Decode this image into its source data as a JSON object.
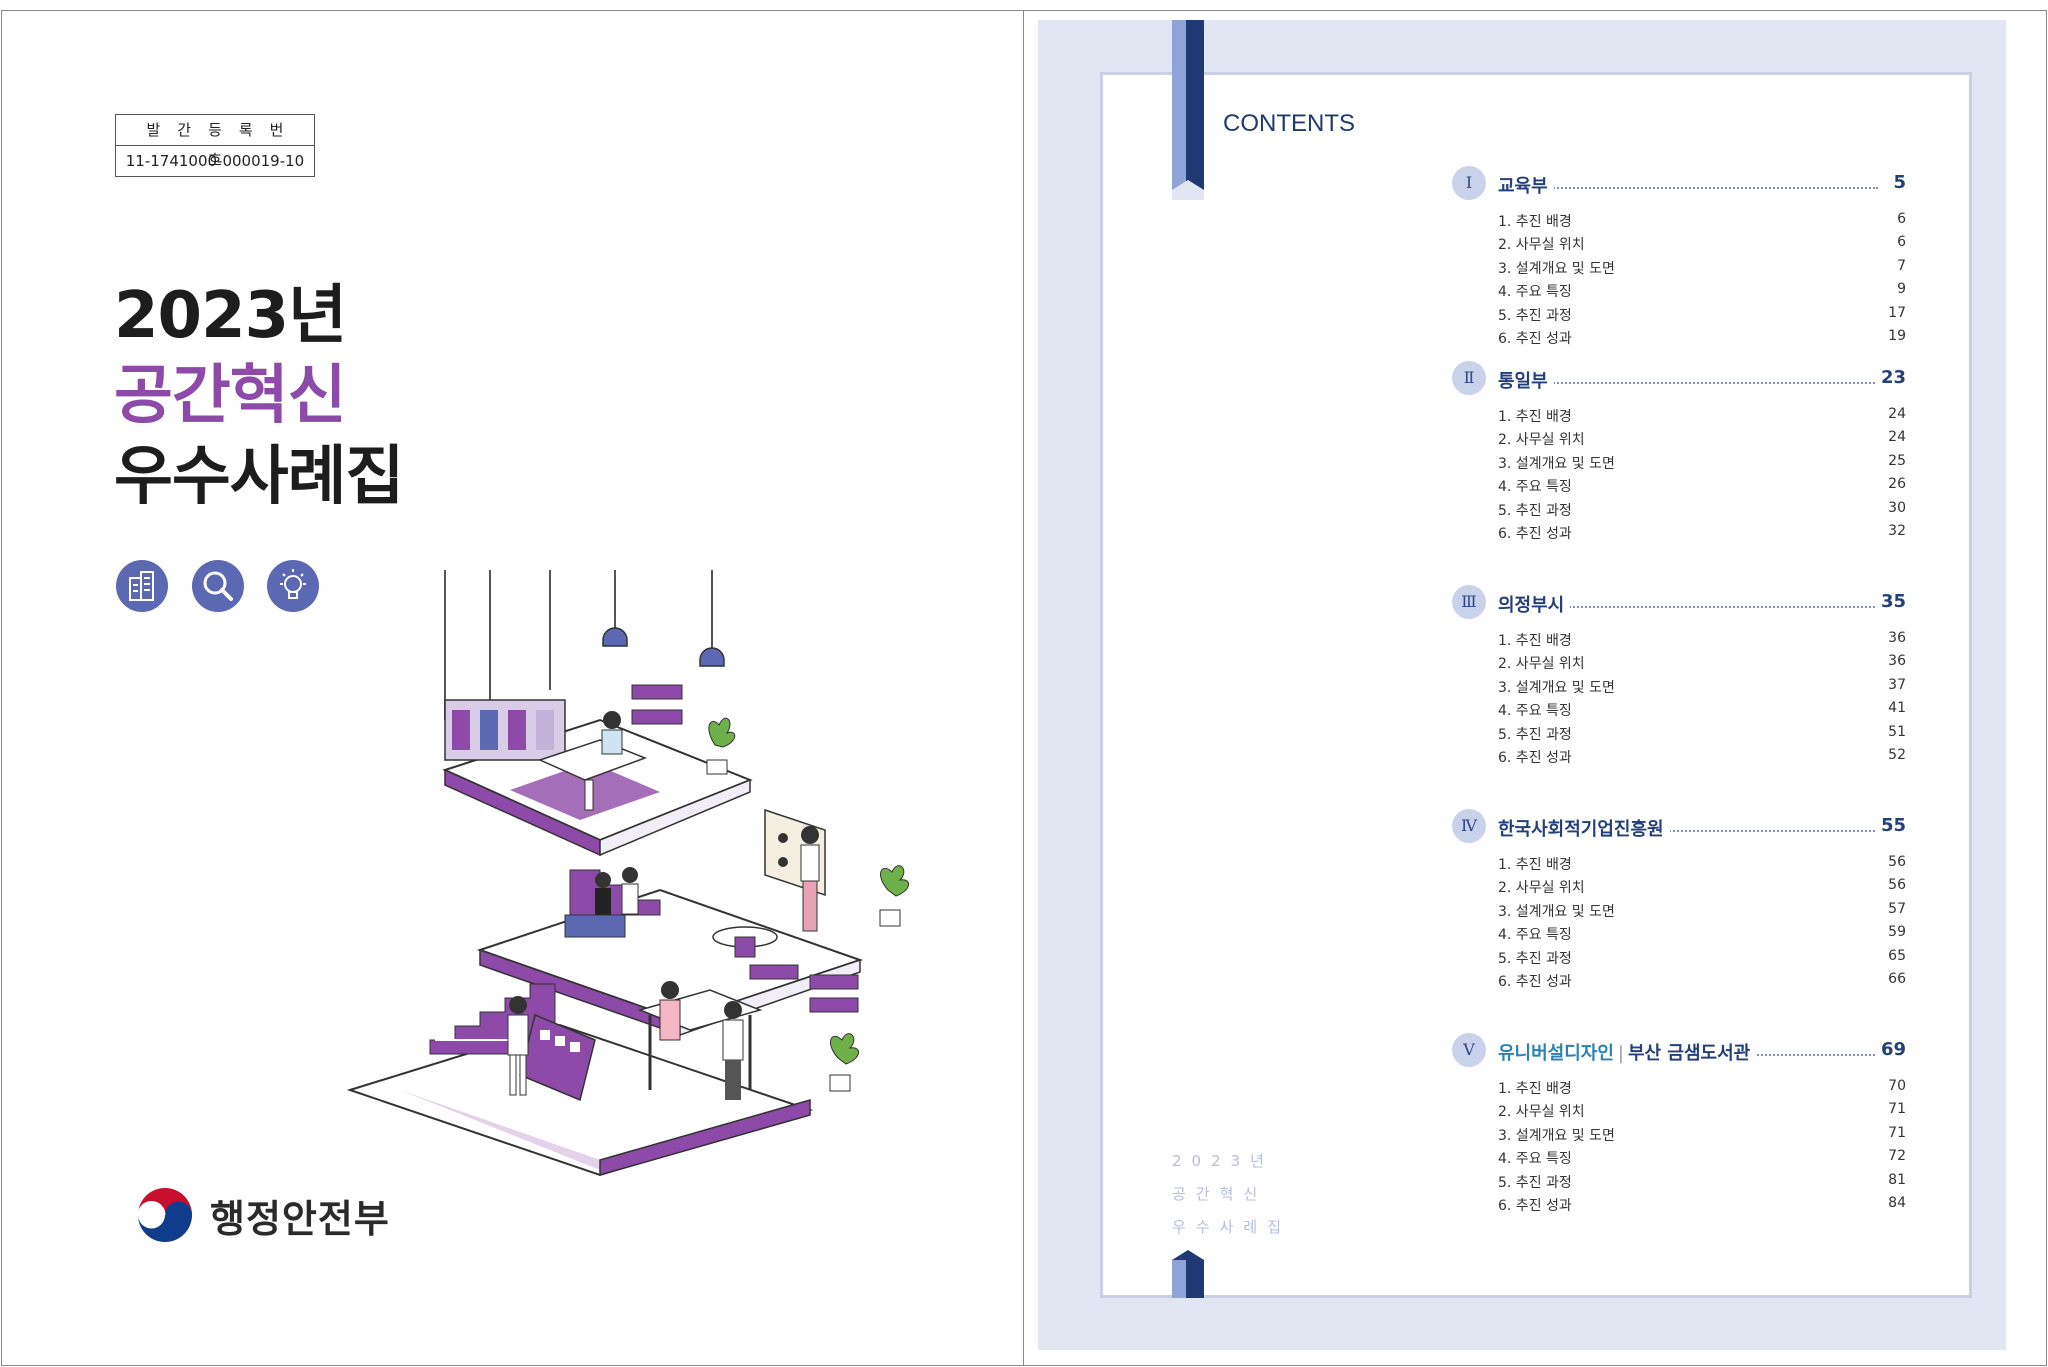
{
  "cover": {
    "registration_label": "발간등록번호",
    "registration_number": "11-1741000-000019-10",
    "title_line1": "2023년",
    "title_line2": "공간혁신",
    "title_line3": "우수사례집",
    "icons": [
      "building-icon",
      "magnifier-icon",
      "lightbulb-icon"
    ],
    "ministry_name": "행정안전부"
  },
  "toc": {
    "heading": "CONTENTS",
    "side_lines": [
      "2023년",
      "공간혁신",
      "우수사례집"
    ],
    "sections": [
      {
        "roman": "Ⅰ",
        "title": "교육부",
        "page": "5",
        "items": [
          {
            "label": "1. 추진 배경",
            "page": "6"
          },
          {
            "label": "2. 사무실 위치",
            "page": "6"
          },
          {
            "label": "3. 설계개요 및 도면",
            "page": "7"
          },
          {
            "label": "4. 주요 특징",
            "page": "9"
          },
          {
            "label": "5. 추진 과정",
            "page": "17"
          },
          {
            "label": "6. 추진 성과",
            "page": "19"
          }
        ]
      },
      {
        "roman": "Ⅱ",
        "title": "통일부",
        "page": "23",
        "items": [
          {
            "label": "1. 추진 배경",
            "page": "24"
          },
          {
            "label": "2. 사무실 위치",
            "page": "24"
          },
          {
            "label": "3. 설계개요 및 도면",
            "page": "25"
          },
          {
            "label": "4. 주요 특징",
            "page": "26"
          },
          {
            "label": "5. 추진 과정",
            "page": "30"
          },
          {
            "label": "6. 추진 성과",
            "page": "32"
          }
        ]
      },
      {
        "roman": "Ⅲ",
        "title": "의정부시",
        "page": "35",
        "items": [
          {
            "label": "1. 추진 배경",
            "page": "36"
          },
          {
            "label": "2. 사무실 위치",
            "page": "36"
          },
          {
            "label": "3. 설계개요 및 도면",
            "page": "37"
          },
          {
            "label": "4. 주요 특징",
            "page": "41"
          },
          {
            "label": "5. 추진 과정",
            "page": "51"
          },
          {
            "label": "6. 추진 성과",
            "page": "52"
          }
        ]
      },
      {
        "roman": "Ⅳ",
        "title": "한국사회적기업진흥원",
        "page": "55",
        "items": [
          {
            "label": "1. 추진 배경",
            "page": "56"
          },
          {
            "label": "2. 사무실 위치",
            "page": "56"
          },
          {
            "label": "3. 설계개요 및 도면",
            "page": "57"
          },
          {
            "label": "4. 주요 특징",
            "page": "59"
          },
          {
            "label": "5. 추진 과정",
            "page": "65"
          },
          {
            "label": "6. 추진 성과",
            "page": "66"
          }
        ]
      },
      {
        "roman": "Ⅴ",
        "title_accent": "유니버설디자인",
        "title_sep": "|",
        "title": "부산 금샘도서관",
        "page": "69",
        "items": [
          {
            "label": "1. 추진 배경",
            "page": "70"
          },
          {
            "label": "2. 사무실 위치",
            "page": "71"
          },
          {
            "label": "3. 설계개요 및 도면",
            "page": "71"
          },
          {
            "label": "4. 주요 특징",
            "page": "72"
          },
          {
            "label": "5. 추진 과정",
            "page": "81"
          },
          {
            "label": "6. 추진 성과",
            "page": "84"
          }
        ]
      }
    ]
  },
  "colors": {
    "title_purple": "#8e4aa8",
    "navy": "#233f7c",
    "icon_blue": "#5b69b3",
    "panel": "#e2e6f2"
  }
}
